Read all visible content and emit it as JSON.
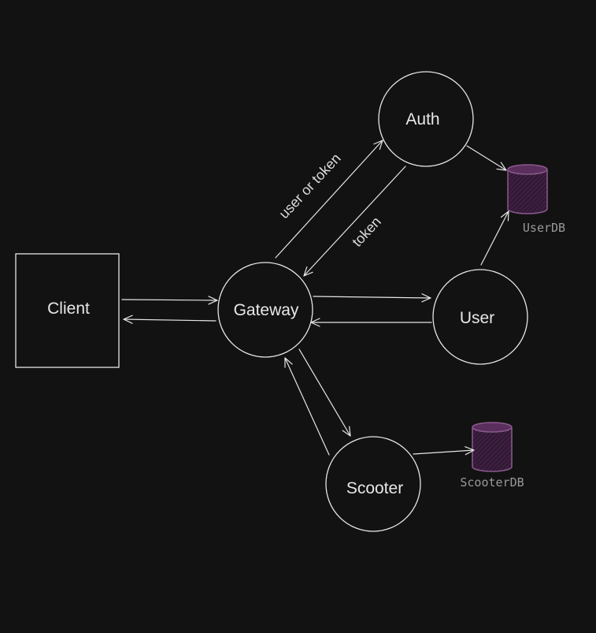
{
  "colors": {
    "background": "#121212",
    "stroke": "#e6e6e6",
    "database_fill": "#3d1f40",
    "database_stroke": "#8a5a8c",
    "database_label": "#9a9a9a"
  },
  "nodes": {
    "client": "Client",
    "gateway": "Gateway",
    "auth": "Auth",
    "user": "User",
    "scooter": "Scooter"
  },
  "databases": {
    "userdb": "UserDB",
    "scooterdb": "ScooterDB"
  },
  "edge_labels": {
    "user_or_token": "user or token",
    "token": "token"
  }
}
